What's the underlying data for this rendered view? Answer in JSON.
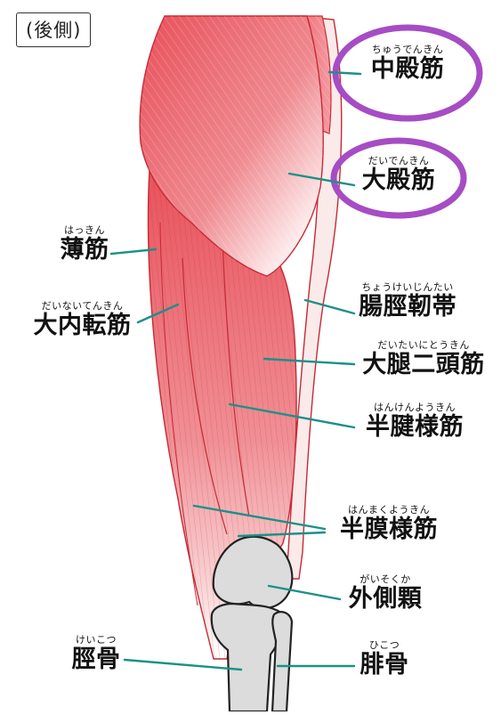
{
  "view_tag": "(後側)",
  "labels": {
    "gluteus_medius": {
      "ruby": "ちゅうでんきん",
      "name": "中殿筋"
    },
    "gluteus_maximus": {
      "ruby": "だいでんきん",
      "name": "大殿筋"
    },
    "gracilis": {
      "ruby": "はっきん",
      "name": "薄筋"
    },
    "adductor_magnus": {
      "ruby": "だいないてんきん",
      "name": "大内転筋"
    },
    "iliotibial_band": {
      "ruby": "ちょうけいじんたい",
      "name": "腸脛靭帯"
    },
    "biceps_femoris": {
      "ruby": "だいたいにとうきん",
      "name": "大腿二頭筋"
    },
    "semitendinosus": {
      "ruby": "はんけんようきん",
      "name": "半腱様筋"
    },
    "semimembranosus": {
      "ruby": "はんまくようきん",
      "name": "半膜様筋"
    },
    "lateral_condyle": {
      "ruby": "がいそくか",
      "name": "外側顆"
    },
    "tibia": {
      "ruby": "けいこつ",
      "name": "脛骨"
    },
    "fibula": {
      "ruby": "ひこつ",
      "name": "腓骨"
    }
  },
  "colors": {
    "muscle": "#e8505a",
    "muscle_light": "#f6c7c9",
    "bone": "#dcdcdc",
    "leader": "#1a9189",
    "highlight_ring": "#a64cc4"
  }
}
